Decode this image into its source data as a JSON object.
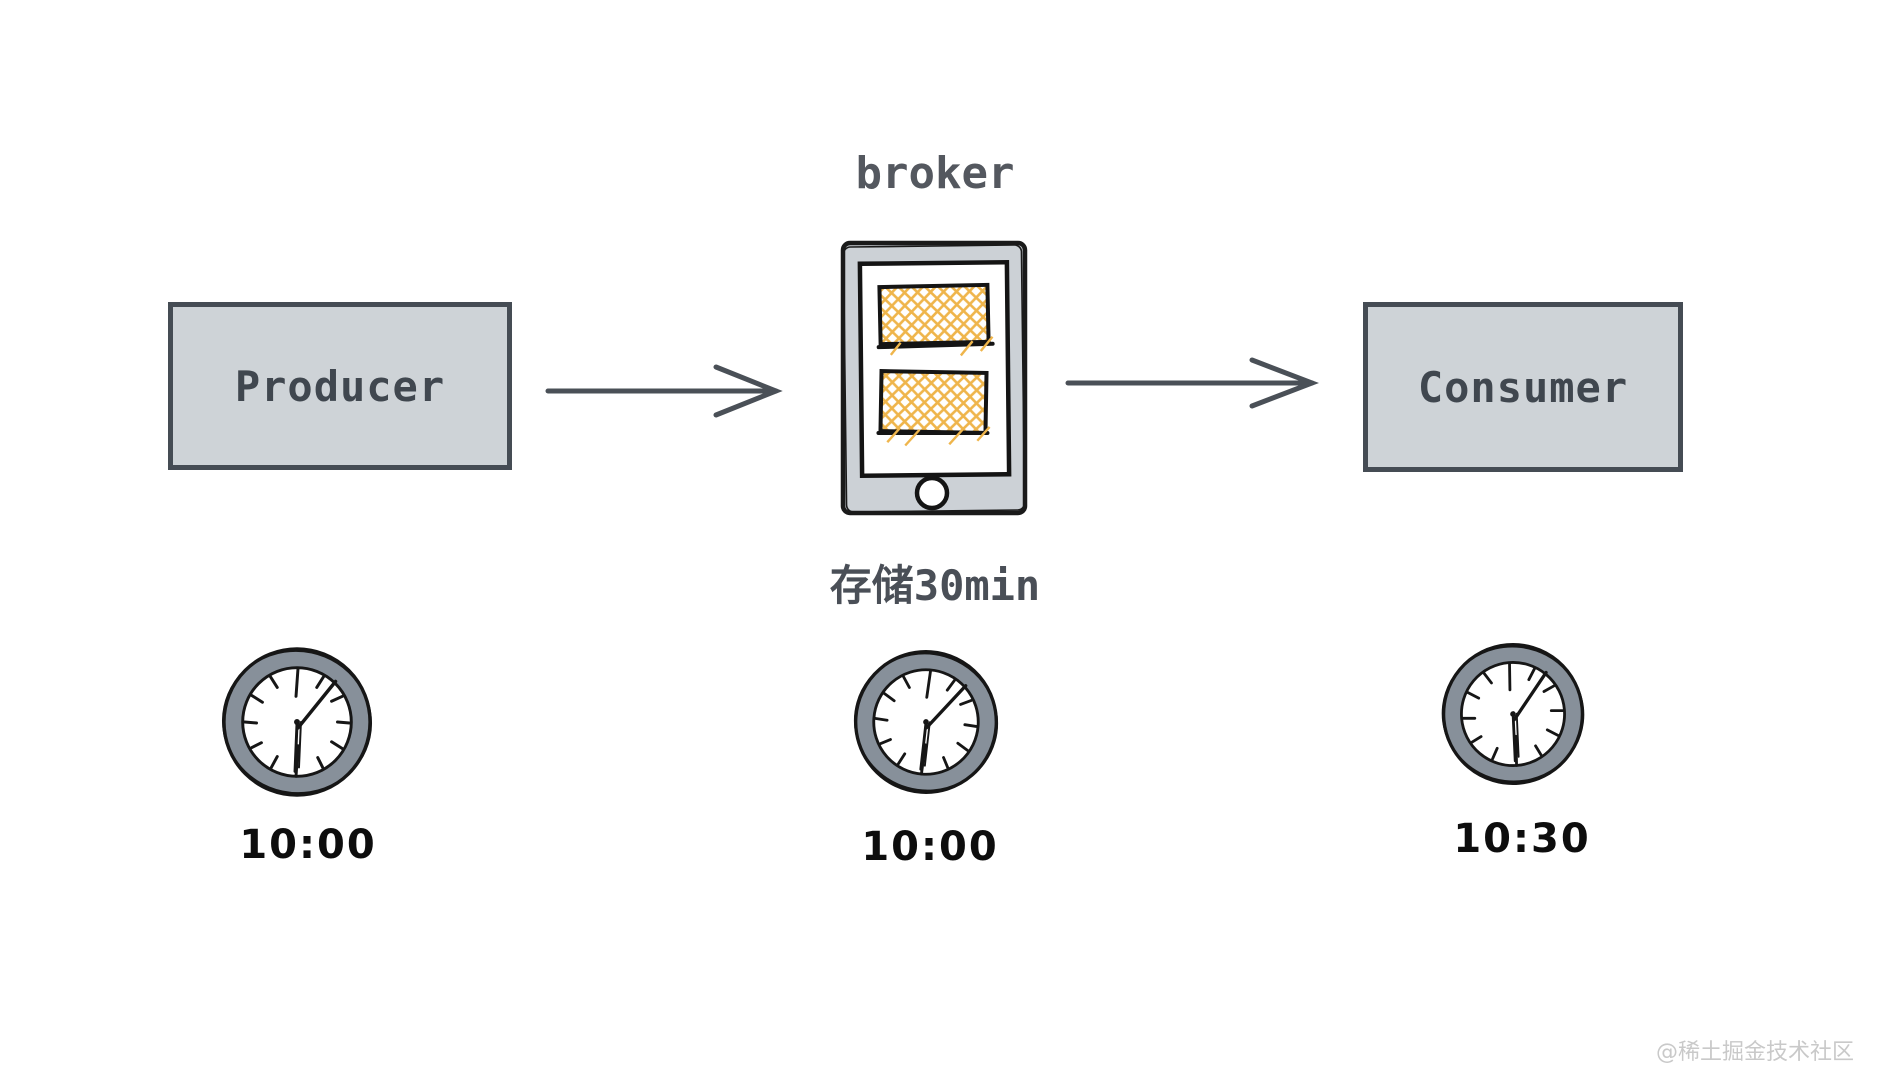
{
  "diagram": {
    "broker": {
      "label": "broker",
      "storage_label": "存储30min"
    },
    "nodes": {
      "producer": "Producer",
      "consumer": "Consumer"
    },
    "clocks": [
      {
        "position": "producer",
        "time": "10:00"
      },
      {
        "position": "broker",
        "time": "10:00"
      },
      {
        "position": "consumer",
        "time": "10:30"
      }
    ],
    "watermark": "@稀土掘金技术社区",
    "colors": {
      "node_fill": "#ced3d7",
      "node_border": "#454c54",
      "arrow": "#4a5057",
      "phone_frame": "#ccd1d6",
      "sketch_black": "#161616",
      "hatch_orange": "#efb54b",
      "clock_ring": "#87909a",
      "label_dark": "#4a4f57",
      "watermark_gray": "#c9c9c9"
    }
  }
}
